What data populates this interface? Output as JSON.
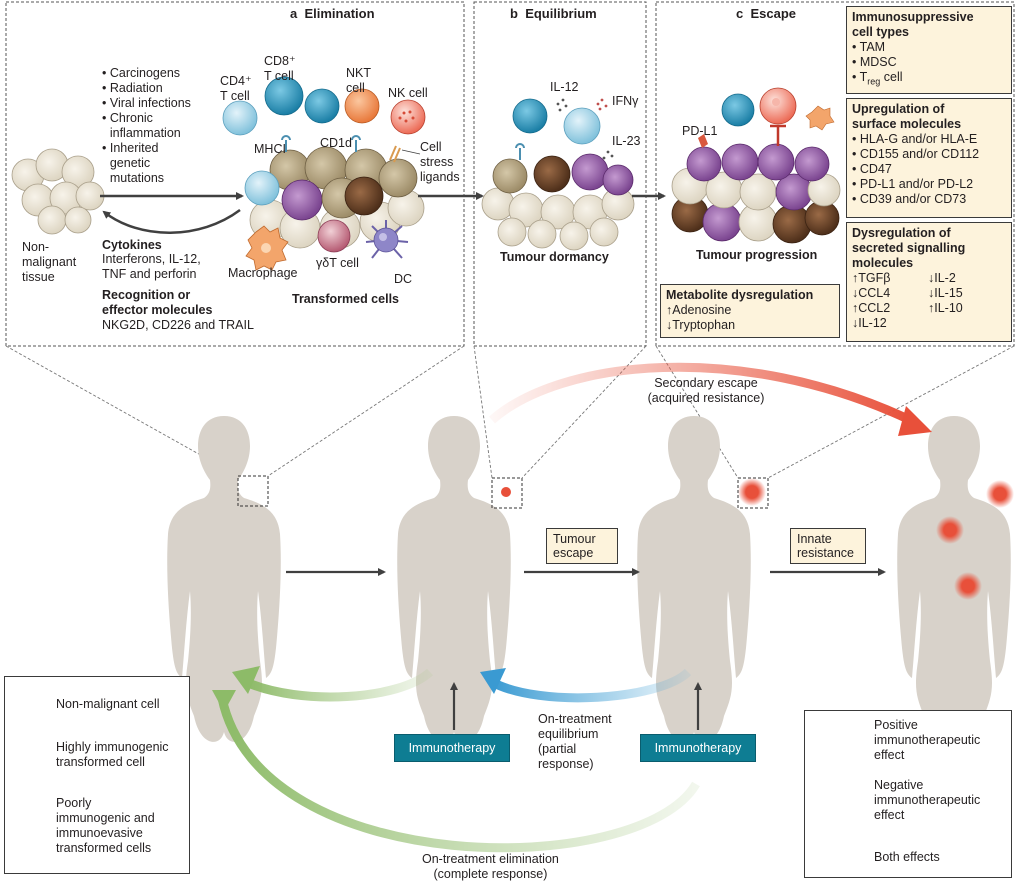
{
  "panels": {
    "a": {
      "letter": "a",
      "title": "Elimination"
    },
    "b": {
      "letter": "b",
      "title": "Equilibrium"
    },
    "c": {
      "letter": "c",
      "title": "Escape"
    }
  },
  "elimination": {
    "risk_factors": [
      "Carcinogens",
      "Radiation",
      "Viral infections",
      "Chronic\ninflammation",
      "Inherited\ngenetic\nmutations"
    ],
    "non_malignant_tissue": "Non-\nmalignant\ntissue",
    "cytokines_heading": "Cytokines",
    "cytokines_text": "Interferons, IL-12,\nTNF and perforin",
    "recognition_heading": "Recognition or\neffector molecules",
    "recognition_text": "NKG2D, CD226 and TRAIL",
    "cd4": "CD4⁺\nT cell",
    "cd8": "CD8⁺\nT cell",
    "nkt": "NKT\ncell",
    "nk": "NK cell",
    "mhci": "MHCI",
    "cd1d": "CD1d",
    "stress": "Cell\nstress\nligands",
    "macrophage": "Macrophage",
    "gdt": "γδT cell",
    "dc": "DC",
    "transformed": "Transformed cells"
  },
  "equilibrium": {
    "il12": "IL-12",
    "ifng": "IFNγ",
    "il23": "IL-23",
    "dormancy": "Tumour dormancy"
  },
  "escape": {
    "pdl1": "PD-L1",
    "progression": "Tumour progression",
    "immunosuppressive_heading": "Immunosuppressive\ncell types",
    "immunosuppressive_items": [
      "• TAM",
      "• MDSC",
      "• T"
    ],
    "treg_sub": "reg",
    "treg_tail": " cell",
    "upregulation_heading": "Upregulation of\nsurface molecules",
    "upregulation_items": [
      "• HLA-G and/or HLA-E",
      "• CD155 and/or CD112",
      "• CD47",
      "• PD-L1 and/or PD-L2",
      "• CD39 and/or CD73"
    ],
    "dysregulation_heading": "Dysregulation of\nsecreted signalling\nmolecules",
    "dysregulation_left": [
      "↑TGFβ",
      "↓CCL4",
      "↑CCL2",
      "↓IL-12"
    ],
    "dysregulation_right": [
      "↓IL-2",
      "↓IL-15",
      "↑IL-10"
    ],
    "metabolite_heading": "Metabolite dysregulation",
    "metabolite_items": [
      "↑Adenosine",
      "↓Tryptophan"
    ]
  },
  "flow": {
    "secondary_escape": "Secondary escape\n(acquired resistance)",
    "tumour_escape": "Tumour\nescape",
    "innate_resistance": "Innate\nresistance",
    "immunotherapy_1": "Immunotherapy",
    "immunotherapy_2": "Immunotherapy",
    "partial": "On-treatment\nequilibrium\n(partial\nresponse)",
    "complete": "On-treatment elimination\n(complete response)"
  },
  "legend_cells": {
    "non_malignant": "Non-malignant cell",
    "highly": "Highly immunogenic\ntransformed cell",
    "poorly": "Poorly\nimmunogenic and\nimmunoevasive\ntransformed cells"
  },
  "legend_effects": {
    "positive": "Positive\nimmunotherapeutic\neffect",
    "negative": "Negative\nimmunotherapeutic\neffect",
    "both": "Both effects"
  },
  "colors": {
    "non_malignant": "#ebe5d6",
    "highly": "#b9a988",
    "poorly": "#9a5fa8",
    "evasive": "#6b4328",
    "t_cell": "#2f9fc4",
    "light_t_cell": "#9fd3e6",
    "nkt": "#f3955a",
    "nk": "#f07562",
    "tumour_red": "#e8503a",
    "positive_green": "#a9c98a",
    "negative_red": "#e8604a",
    "both_blue": "#4ea7d8",
    "box_fill": "#fdf3dc",
    "immunotherapy_fill": "#0e7d93"
  }
}
